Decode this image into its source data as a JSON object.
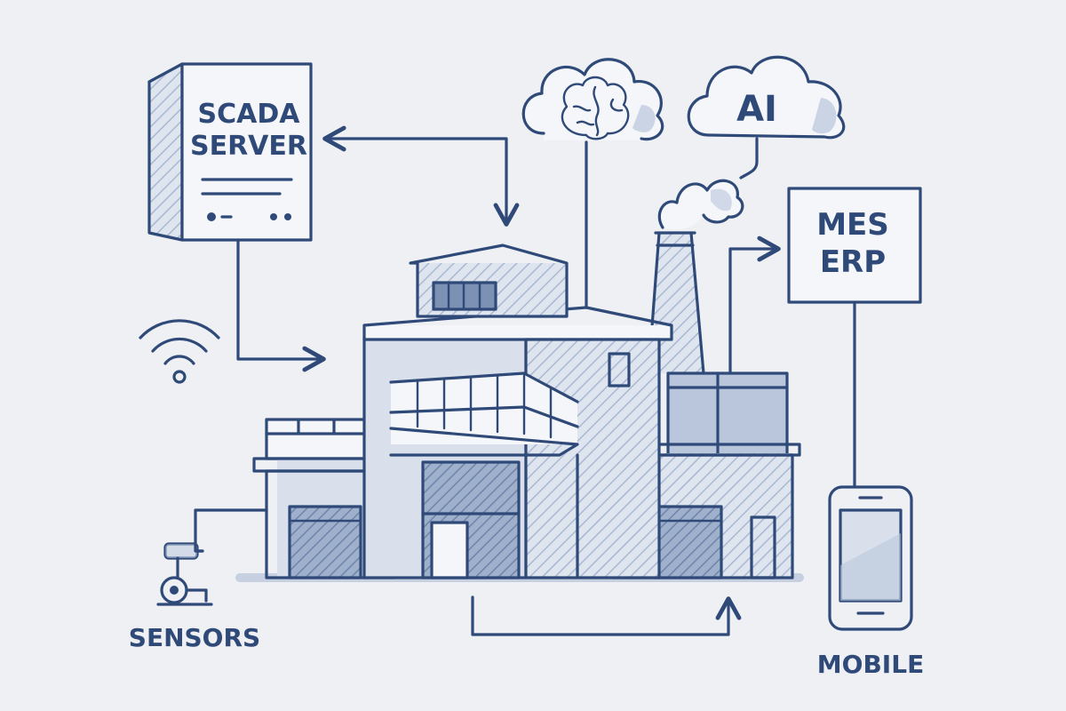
{
  "nodes": {
    "scada": {
      "line1": "SCADA",
      "line2": "SERVER"
    },
    "ai_cloud": {
      "label": "AI"
    },
    "mes_erp": {
      "line1": "MES",
      "line2": "ERP"
    },
    "sensors": {
      "label": "SENSORS"
    },
    "mobile": {
      "label": "MOBILE"
    }
  },
  "icons": [
    "server-icon",
    "wifi-icon",
    "brain-icon",
    "cloud-icon",
    "factory-icon",
    "chimney-smoke-icon",
    "sensor-icon",
    "smartphone-icon"
  ],
  "colors": {
    "ink": "#2f4a78",
    "background": "#eef0f4",
    "shade": "#b9c6dc"
  }
}
